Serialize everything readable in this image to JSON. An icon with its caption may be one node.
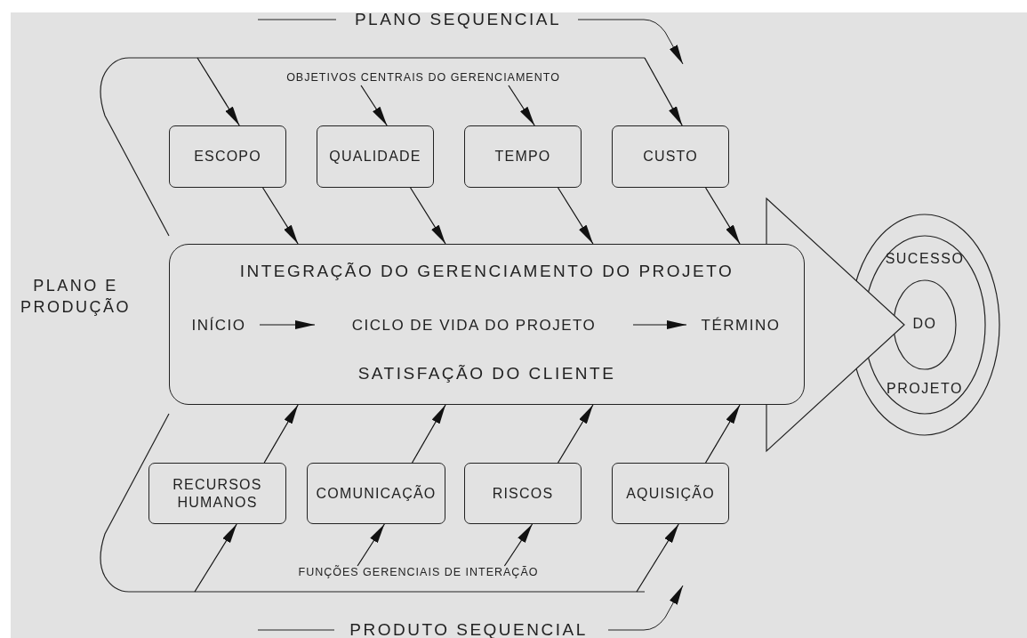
{
  "diagram": {
    "nodes": [
      {
        "text": [
          "ESCOPO"
        ]
      },
      {
        "text": [
          "QUALIDADE"
        ]
      },
      {
        "text": [
          "TEMPO"
        ]
      },
      {
        "text": [
          "CUSTO"
        ]
      },
      {
        "text": [
          "INTEGRAÇÃO DO GERENCIAMENTO DO PROJETO",
          "SATISFAÇÃO DO CLIENTE"
        ]
      },
      {
        "text": [
          "INÍCIO"
        ],
        "in": 4
      },
      {
        "text": [
          "CICLO DE VIDA DO PROJETO"
        ],
        "in": 4
      },
      {
        "text": [
          "TÉRMINO"
        ],
        "in": 4
      },
      {
        "text": [
          "RECURSOS HUMANOS"
        ]
      },
      {
        "text": [
          "COMUNICAÇÃO"
        ]
      },
      {
        "text": [
          "RISCOS"
        ]
      },
      {
        "text": [
          "AQUISIÇÃO"
        ]
      },
      {
        "text": [],
        "shape": "triangle"
      },
      {
        "text": [
          "SUCESSO",
          "DO",
          "PROJETO"
        ]
      },
      {
        "text": [
          "OBJETIVOS CENTRAIS DO GERENCIAMENTO"
        ]
      },
      {
        "text": [
          "FUNÇÕES GERENCIAIS DE INTERAÇÃO"
        ]
      }
    ],
    "edges": [
      {
        "from": null,
        "to": 0,
        "arrow": "to"
      },
      {
        "from": 14,
        "to": 1,
        "arrow": "to"
      },
      {
        "from": 14,
        "to": 2,
        "arrow": "to"
      },
      {
        "from": null,
        "to": 3,
        "arrow": "to"
      },
      {
        "from": 0,
        "to": 4,
        "arrow": "to"
      },
      {
        "from": 1,
        "to": 4,
        "arrow": "to"
      },
      {
        "from": 2,
        "to": 4,
        "arrow": "to"
      },
      {
        "from": 3,
        "to": 4,
        "arrow": "to"
      },
      {
        "from": null,
        "to": 8,
        "arrow": "to"
      },
      {
        "from": 15,
        "to": 9,
        "arrow": "to"
      },
      {
        "from": 15,
        "to": 10,
        "arrow": "to"
      },
      {
        "from": null,
        "to": 11,
        "arrow": "to"
      },
      {
        "from": 8,
        "to": 4,
        "arrow": "to"
      },
      {
        "from": 9,
        "to": 4,
        "arrow": "to"
      },
      {
        "from": 10,
        "to": 4,
        "arrow": "to"
      },
      {
        "from": 11,
        "to": 4,
        "arrow": "to"
      },
      {
        "from": 5,
        "to": 6,
        "arrow": "to"
      },
      {
        "from": 6,
        "to": 7,
        "arrow": "to"
      }
    ],
    "labels": [
      "PLANO SEQUENCIAL",
      "PLANO E PRODUÇÃO",
      "PRODUTO SEQUENCIAL"
    ]
  }
}
